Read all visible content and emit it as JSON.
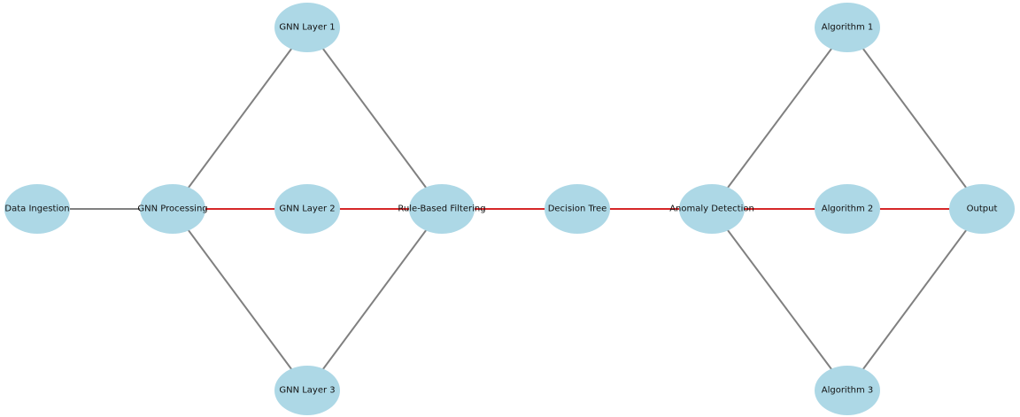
{
  "colors": {
    "node_fill": "#add8e6",
    "edge_default": "#808080",
    "edge_highlight": "#d62728",
    "label": "#111111",
    "background": "#ffffff"
  },
  "nodes": [
    {
      "id": "data_ingestion",
      "label": "Data Ingestion"
    },
    {
      "id": "gnn_processing",
      "label": "GNN Processing"
    },
    {
      "id": "gnn_layer_1",
      "label": "GNN Layer 1"
    },
    {
      "id": "gnn_layer_2",
      "label": "GNN Layer 2"
    },
    {
      "id": "gnn_layer_3",
      "label": "GNN Layer 3"
    },
    {
      "id": "rule_based_filtering",
      "label": "Rule-Based Filtering"
    },
    {
      "id": "decision_tree",
      "label": "Decision Tree"
    },
    {
      "id": "anomaly_detection",
      "label": "Anomaly Detection"
    },
    {
      "id": "algorithm_1",
      "label": "Algorithm 1"
    },
    {
      "id": "algorithm_2",
      "label": "Algorithm 2"
    },
    {
      "id": "algorithm_3",
      "label": "Algorithm 3"
    },
    {
      "id": "output",
      "label": "Output"
    }
  ],
  "edges": [
    {
      "from": "data_ingestion",
      "to": "gnn_processing",
      "highlighted": false
    },
    {
      "from": "gnn_processing",
      "to": "gnn_layer_1",
      "highlighted": false
    },
    {
      "from": "gnn_processing",
      "to": "gnn_layer_2",
      "highlighted": true
    },
    {
      "from": "gnn_processing",
      "to": "gnn_layer_3",
      "highlighted": false
    },
    {
      "from": "gnn_layer_1",
      "to": "rule_based_filtering",
      "highlighted": false
    },
    {
      "from": "gnn_layer_2",
      "to": "rule_based_filtering",
      "highlighted": true
    },
    {
      "from": "gnn_layer_3",
      "to": "rule_based_filtering",
      "highlighted": false
    },
    {
      "from": "rule_based_filtering",
      "to": "decision_tree",
      "highlighted": true
    },
    {
      "from": "decision_tree",
      "to": "anomaly_detection",
      "highlighted": true
    },
    {
      "from": "anomaly_detection",
      "to": "algorithm_1",
      "highlighted": false
    },
    {
      "from": "anomaly_detection",
      "to": "algorithm_2",
      "highlighted": true
    },
    {
      "from": "anomaly_detection",
      "to": "algorithm_3",
      "highlighted": false
    },
    {
      "from": "algorithm_1",
      "to": "output",
      "highlighted": false
    },
    {
      "from": "algorithm_2",
      "to": "output",
      "highlighted": true
    },
    {
      "from": "algorithm_3",
      "to": "output",
      "highlighted": false
    }
  ]
}
